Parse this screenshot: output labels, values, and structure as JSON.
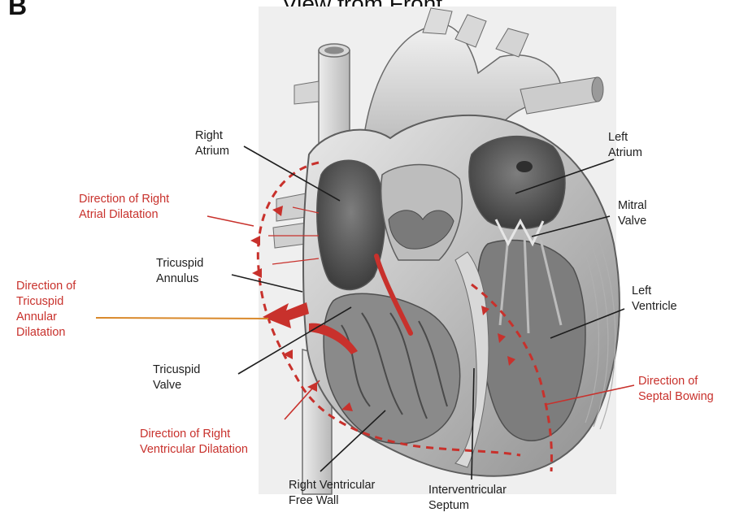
{
  "panel_label": "B",
  "title": "View from Front",
  "labels": {
    "right_atrium": [
      "Right",
      "Atrium"
    ],
    "left_atrium": [
      "Left",
      "Atrium"
    ],
    "mitral_valve": [
      "Mitral",
      "Valve"
    ],
    "left_ventricle": [
      "Left",
      "Ventricle"
    ],
    "tricuspid_annulus": [
      "Tricuspid",
      "Annulus"
    ],
    "tricuspid_valve": [
      "Tricuspid",
      "Valve"
    ],
    "right_ventricular_free_wall": [
      "Right Ventricular",
      "Free Wall"
    ],
    "interventricular_septum": [
      "Interventricular",
      "Septum"
    ]
  },
  "directions": {
    "right_atrial_dilatation": [
      "Direction of Right",
      "Atrial Dilatation"
    ],
    "tricuspid_annular_dilatation": [
      "Direction of",
      "Tricuspid",
      "Annular",
      "Dilatation"
    ],
    "right_ventricular_dilatation": [
      "Direction of Right",
      "Ventricular Dilatation"
    ],
    "septal_bowing": [
      "Direction of",
      "Septal Bowing"
    ]
  },
  "colors": {
    "annotation_red": "#c8312c",
    "label_dark": "#1e1e1e",
    "orange_arrow": "#d9892b",
    "heart_gray": "#9a9a9a"
  }
}
